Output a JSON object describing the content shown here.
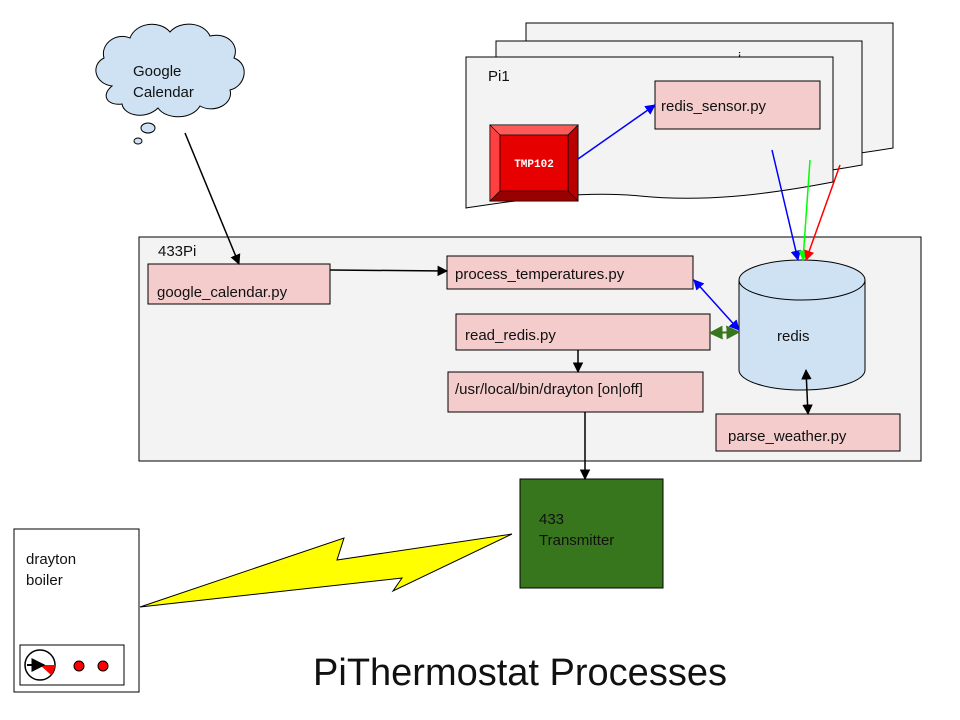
{
  "title": "PiThermostat Processes",
  "cloud": {
    "line1": "Google",
    "line2": "Calendar"
  },
  "pi_stack": {
    "back_label": "i",
    "front_label": "Pi1",
    "sensor_chip": "TMP102",
    "sensor_script": "redis_sensor.py"
  },
  "hub": {
    "label": "433Pi",
    "google_calendar": "google_calendar.py",
    "process_temperatures": "process_temperatures.py",
    "read_redis": "read_redis.py",
    "drayton_cmd": "/usr/local/bin/drayton [on|off]",
    "redis": "redis",
    "parse_weather": "parse_weather.py"
  },
  "transmitter": {
    "line1": "433",
    "line2": "Transmitter"
  },
  "boiler": {
    "line1": "drayton",
    "line2": "boiler"
  },
  "colors": {
    "process_fill": "#f4cccc",
    "panel_fill": "#f3f3f3",
    "redis_fill": "#cfe2f3",
    "transmitter_fill": "#38761d",
    "chip_fill": "#ff0000",
    "lightning_fill": "#ffff00",
    "blue_arrow": "#0000ff",
    "green_arrow": "#00ff00",
    "red_arrow": "#ff0000",
    "dark_green_arrow": "#38761d"
  }
}
